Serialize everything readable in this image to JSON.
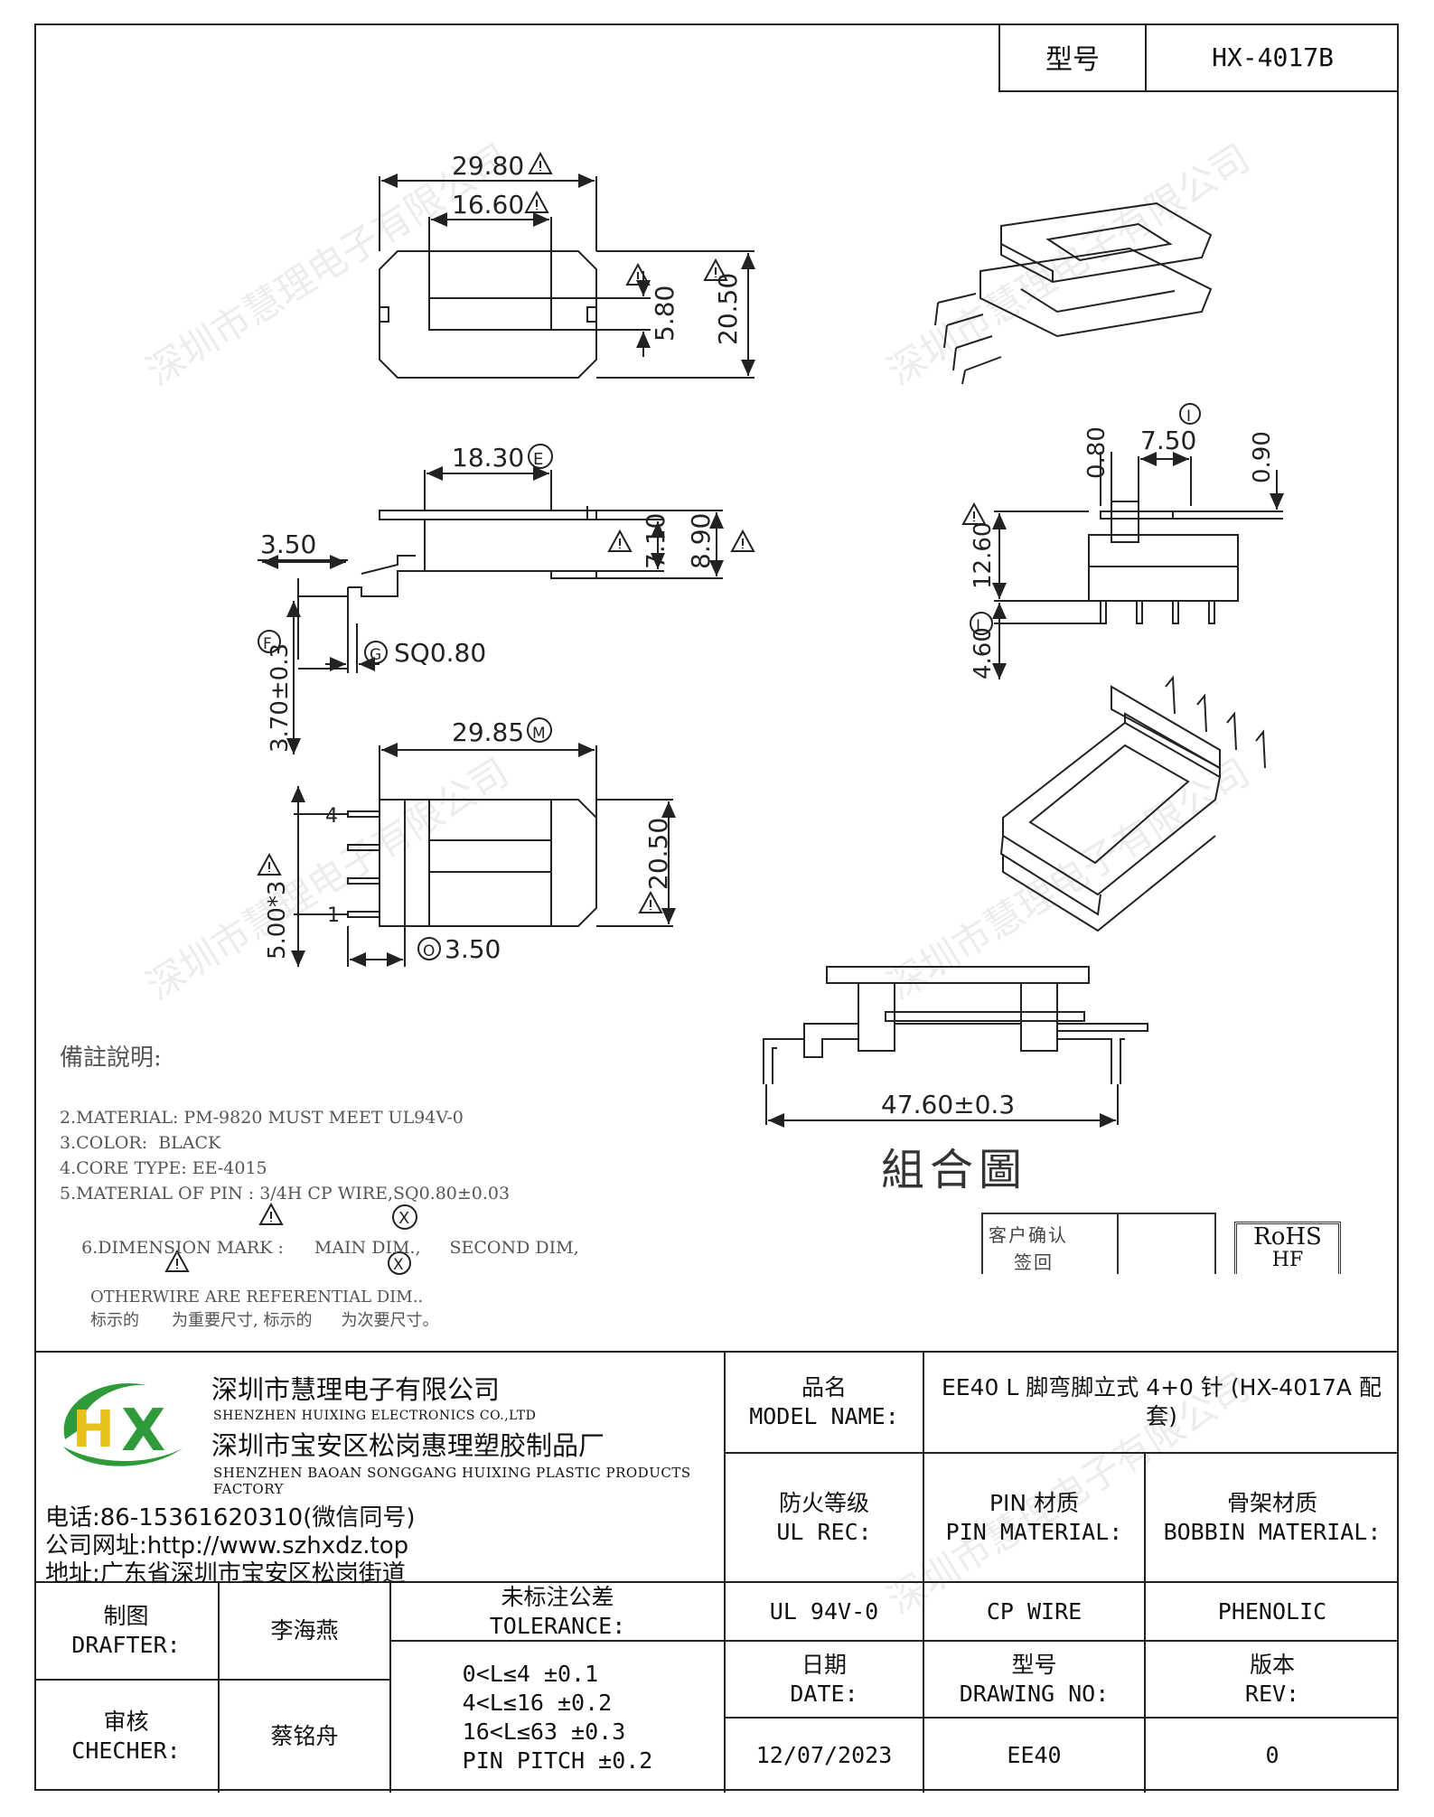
{
  "header": {
    "model_label": "型号",
    "model_value": "HX-4017B"
  },
  "drawing": {
    "top_view": {
      "width": "29.80",
      "inner_width": "16.60",
      "slot_height": "5.80",
      "height": "20.50"
    },
    "side_view": {
      "flange_span": "18.30",
      "span_mark": "E",
      "flange_h1": "7.10",
      "flange_h2": "8.90",
      "pin_offset": "3.50",
      "pin_length": "3.70±0.3",
      "pin_length_mark": "F",
      "pin_section": "SQ0.80",
      "pin_section_mark": "G"
    },
    "bottom_view": {
      "length": "29.85",
      "length_mark": "M",
      "height": "20.50",
      "pitch": "5.00*3",
      "pin_offset": "3.50",
      "pin_offset_mark": "O",
      "pin_first": "1",
      "pin_last": "4"
    },
    "end_view": {
      "pin_width": "0.80",
      "width": "7.50",
      "width_mark": "I",
      "flange_t": "0.90",
      "height": "12.60",
      "pin_len": "4.60",
      "pin_len_mark": "L"
    },
    "assembly": {
      "total_length": "47.60±0.3"
    }
  },
  "notes": {
    "heading": "備註說明:",
    "lines": [
      "2.MATERIAL: PM-9820 MUST MEET UL94V-0",
      "3.COLOR:  BLACK",
      "4.CORE TYPE: EE-4015",
      "5.MATERIAL OF PIN : 3/4H CP WIRE,SQ0.80±0.03"
    ],
    "dim_mark_prefix": "6.DIMENSION MARK :",
    "main_dim": "MAIN DIM.,",
    "second_dim": "SECOND DIM,",
    "ref_dim": "OTHERWIRE ARE REFERENTIAL DIM..",
    "cn_prefix": "标示的",
    "cn_main": "为重要尺寸, 标示的",
    "cn_second": "为次要尺寸。",
    "symbol_x": "X"
  },
  "assembly_title": "組合圖",
  "customer_confirm": {
    "line1": "客户确认",
    "line2": "签回"
  },
  "rohs": {
    "line1": "RoHS",
    "line2": "HF"
  },
  "title_block": {
    "company_cn_1": "深圳市慧理电子有限公司",
    "company_en_1": "SHENZHEN HUIXING ELECTRONICS CO.,LTD",
    "company_cn_2": "深圳市宝安区松岗惠理塑胶制品厂",
    "company_en_2": "SHENZHEN BAOAN SONGGANG HUIXING PLASTIC PRODUCTS FACTORY",
    "logo_text": "HX",
    "phone": "电话:86-15361620310(微信同号)",
    "website": "公司网址:http://www.szhxdz.top",
    "address": "地址:广东省深圳市宝安区松岗街道",
    "model_name_cn": "品名",
    "model_name_en": "MODEL NAME:",
    "model_name_value": "EE40 L 脚弯脚立式 4+0 针 (HX-4017A 配套)",
    "ul_cn": "防火等级",
    "ul_en": "UL REC:",
    "pin_mat_cn": "PIN 材质",
    "pin_mat_en": "PIN MATERIAL:",
    "bobbin_cn": "骨架材质",
    "bobbin_en": "BOBBIN MATERIAL:",
    "ul_value": "UL 94V-0",
    "pin_value": "CP WIRE",
    "bobbin_value": "PHENOLIC",
    "drafter_cn": "制图",
    "drafter_en": "DRAFTER:",
    "drafter_name": "李海燕",
    "checker_cn": "审核",
    "checker_en": "CHECHER:",
    "checker_name": "蔡铭舟",
    "tol_cn": "未标注公差",
    "tol_en": "TOLERANCE:",
    "tol_1": "0<L≤4   ±0.1",
    "tol_2": "4<L≤16  ±0.2",
    "tol_3": "16<L≤63  ±0.3",
    "tol_4": "PIN PITCH  ±0.2",
    "date_cn": "日期",
    "date_en": "DATE:",
    "drawing_no_cn": "型号",
    "drawing_no_en": "DRAWING NO:",
    "rev_cn": "版本",
    "rev_en": "REV:",
    "date_value": "12/07/2023",
    "drawing_no_value": "EE40",
    "rev_value": "0"
  },
  "watermark": "深圳市慧理电子有限公司",
  "colors": {
    "line": "#222222",
    "logo_green": "#2e9a3a",
    "logo_yellow": "#e8c21c"
  }
}
